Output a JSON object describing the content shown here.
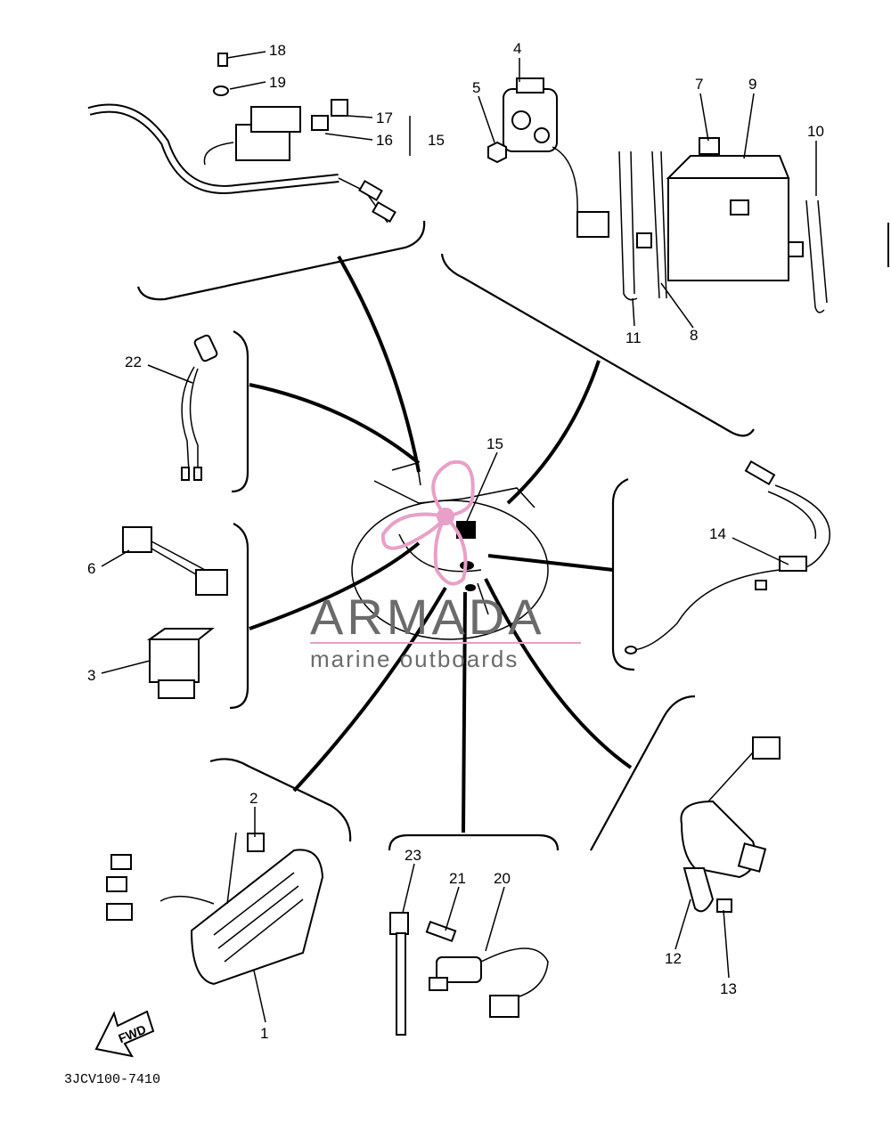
{
  "diagram_code": "3JCV100-7410",
  "fwd_label": "FWD",
  "watermark": {
    "brand": "ARMADA",
    "tagline": "marine outboards",
    "brand_color": "#6b6b6b",
    "accent_color": "#e8a0c8"
  },
  "callouts": [
    "18",
    "19",
    "17",
    "16",
    "15",
    "4",
    "5",
    "7",
    "9",
    "10",
    "11",
    "8",
    "22",
    "15",
    "6",
    "3",
    "14",
    "2",
    "23",
    "21",
    "20",
    "12",
    "13",
    "1"
  ]
}
